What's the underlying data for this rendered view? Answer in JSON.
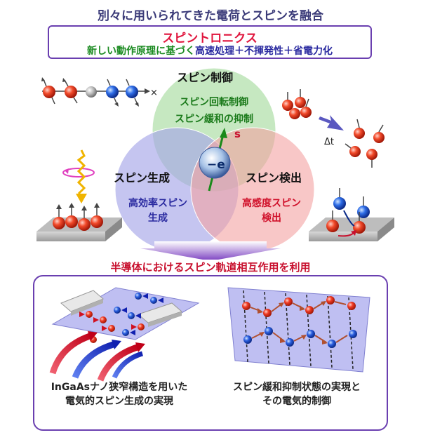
{
  "title": "別々に用いられてきた電荷とスピンを融合",
  "spintronics": "スピントロニクス",
  "principle_green": "新しい動作原理に基づく",
  "principle_blue": "高速処理＋不揮発性＋省電力化",
  "spin_control": {
    "title": "スピン制御",
    "line1": "スピン回転制御",
    "line2": "スピン緩和の抑制"
  },
  "spin_generation": {
    "title": "スピン生成",
    "line1": "高効率スピン",
    "line2": "生成"
  },
  "spin_detection": {
    "title": "スピン検出",
    "line1": "高感度スピン",
    "line2": "検出"
  },
  "center_electron": "−e",
  "center_spin": "s",
  "delta_t": "Δt",
  "cross_mark": "×",
  "banner": "半導体におけるスピン軌道相互作用を利用",
  "caption_left": {
    "line1": "InGaAsナノ狭窄構造を用いた",
    "line2": "電気的スピン生成の実現"
  },
  "caption_right": {
    "line1": "スピン緩和抑制状態の実現と",
    "line2": "その電気的制御"
  },
  "colors": {
    "circle_green": "#b8e2b0",
    "circle_blue": "#b8b8ec",
    "circle_red": "#f6b4b4",
    "accent_purple": "#6a3fb0",
    "red_text": "#d0102a"
  }
}
